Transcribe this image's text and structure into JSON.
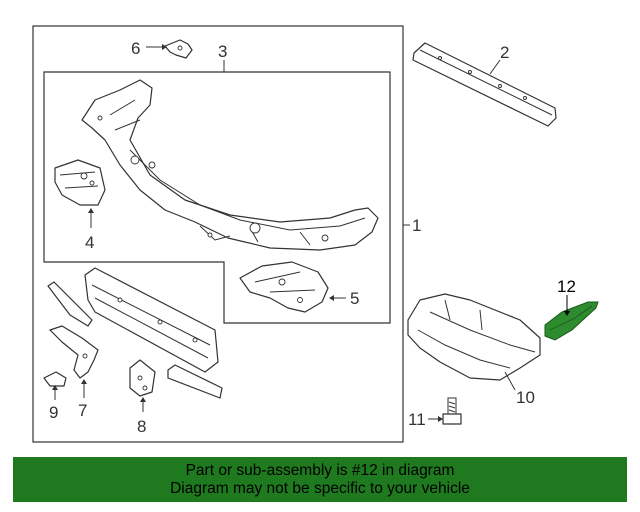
{
  "diagram": {
    "callouts": {
      "c1": "1",
      "c2": "2",
      "c3": "3",
      "c4": "4",
      "c5": "5",
      "c6": "6",
      "c7": "7",
      "c8": "8",
      "c9": "9",
      "c10": "10",
      "c11": "11",
      "c12": "12"
    },
    "colors": {
      "highlight_part": "#2e8b2e",
      "banner_background": "#1f7a1f",
      "line": "#333333"
    }
  },
  "banner": {
    "line1": "Part or sub-assembly is #12 in diagram",
    "line2": "Diagram may not be specific to your vehicle"
  }
}
